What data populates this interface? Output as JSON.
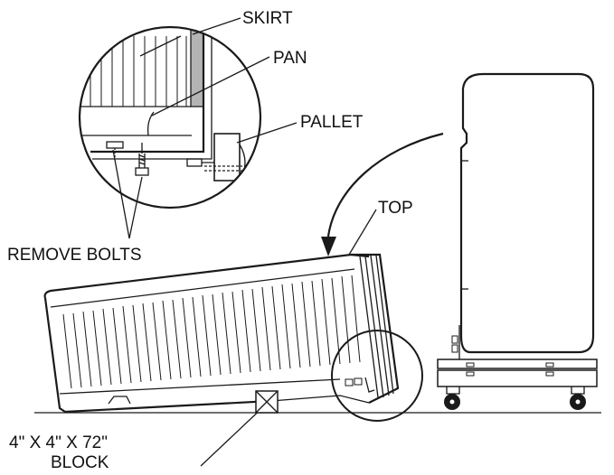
{
  "labels": {
    "skirt": "SKIRT",
    "pan": "PAN",
    "pallet": "PALLET",
    "top": "TOP",
    "remove_bolts": "REMOVE BOLTS",
    "block_line1": "4\" X 4\" X 72\"",
    "block_line2": "BLOCK"
  },
  "colors": {
    "line": "#1a1a1a",
    "skirt_fill": "#b4b4b4",
    "background": "#ffffff"
  }
}
